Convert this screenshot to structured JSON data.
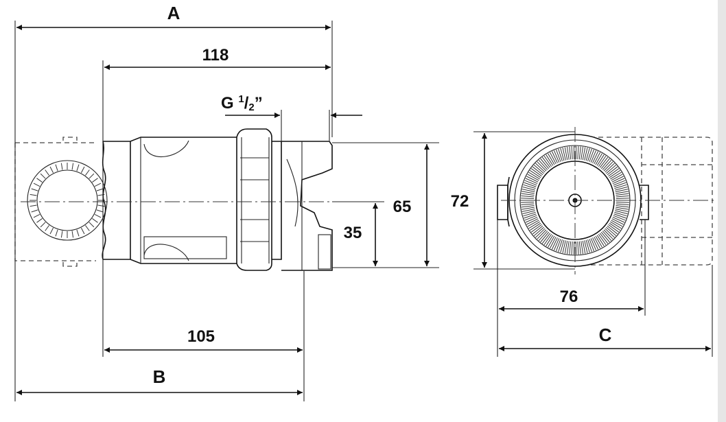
{
  "dimensions": {
    "A": "A",
    "B": "B",
    "C": "C",
    "d118": "118",
    "d105": "105",
    "d65": "65",
    "d35": "35",
    "d72": "72",
    "d76": "76",
    "thread_main": "G ",
    "thread_num": "1",
    "thread_slash": "/",
    "thread_den": "2",
    "thread_quote": "”"
  }
}
